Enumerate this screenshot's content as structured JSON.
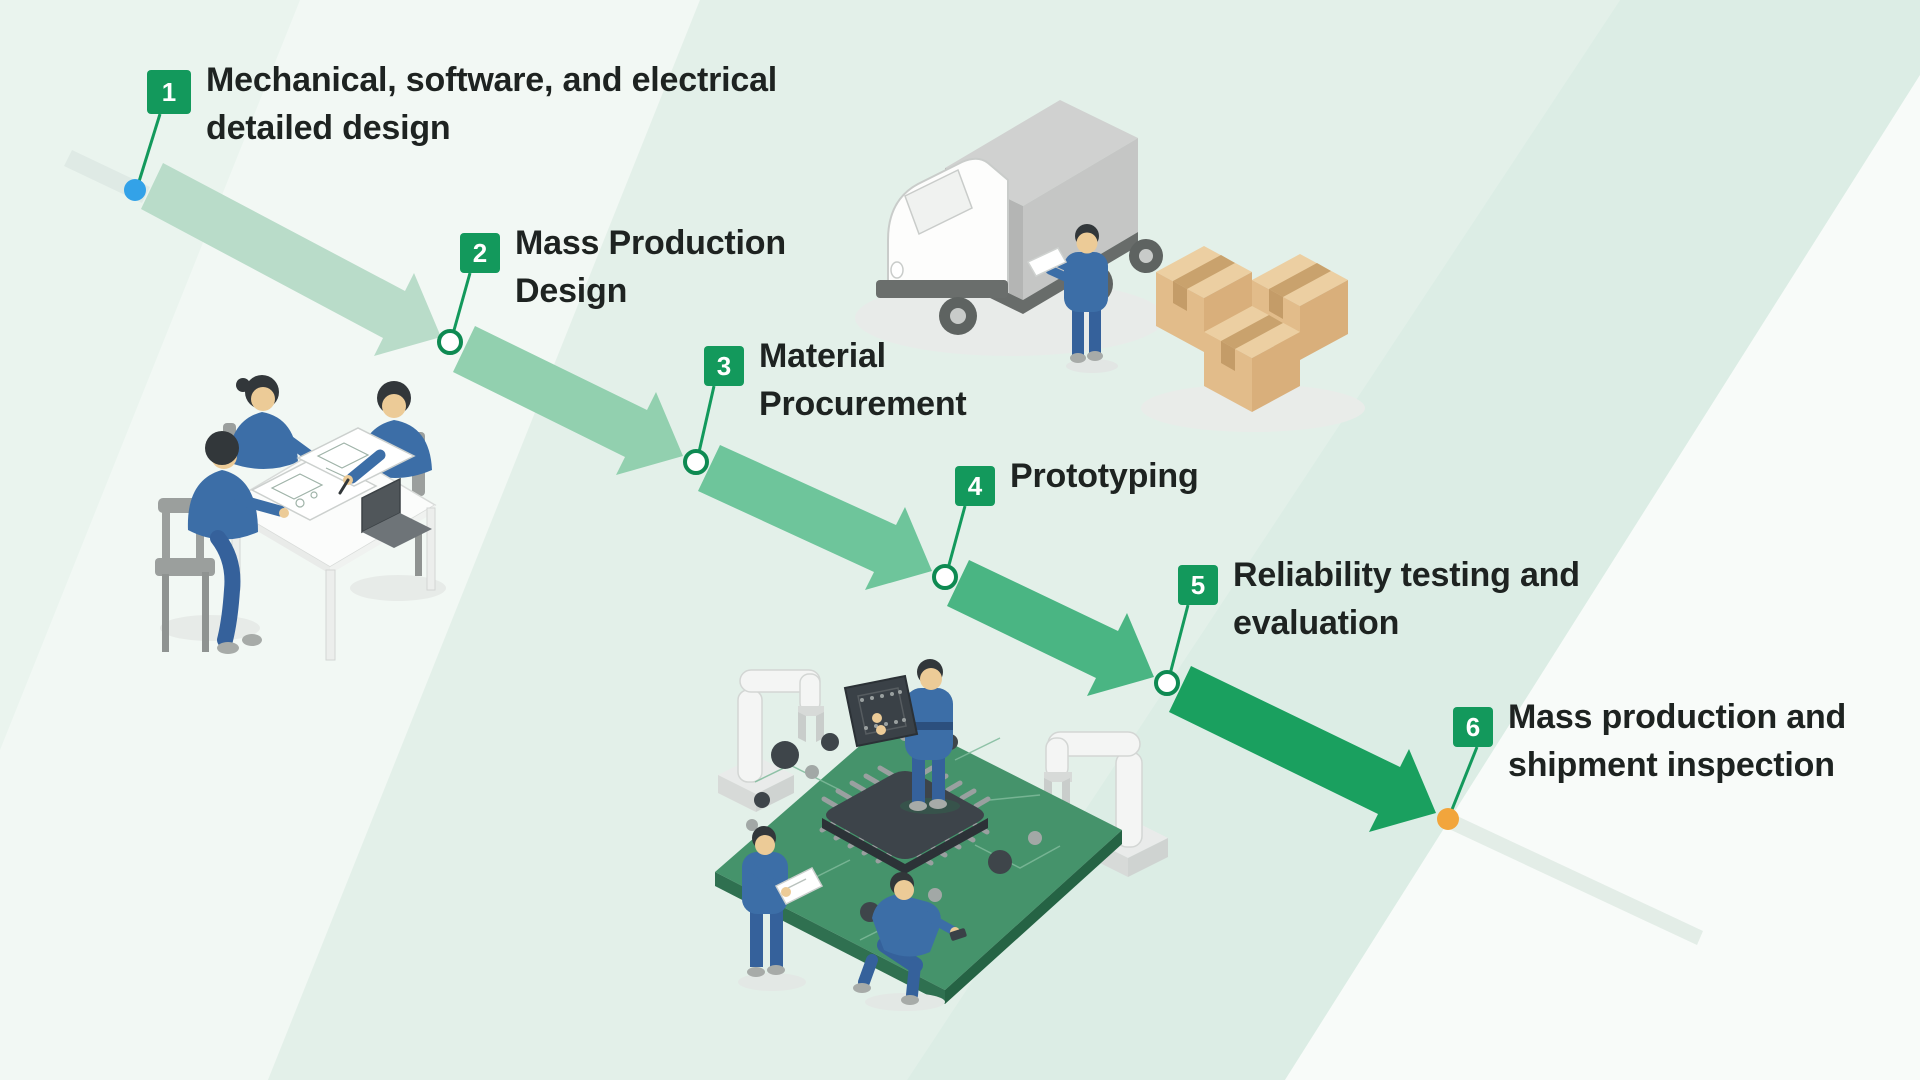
{
  "process_flow": {
    "steps": [
      {
        "number": "1",
        "lines": [
          "Mechanical, software, and electrical",
          "detailed design"
        ]
      },
      {
        "number": "2",
        "lines": [
          "Mass Production",
          "Design"
        ]
      },
      {
        "number": "3",
        "lines": [
          "Material",
          "Procurement"
        ]
      },
      {
        "number": "4",
        "lines": [
          "Prototyping"
        ]
      },
      {
        "number": "5",
        "lines": [
          "Reliability testing and",
          "evaluation"
        ]
      },
      {
        "number": "6",
        "lines": [
          "Mass production and",
          "shipment inspection"
        ]
      }
    ],
    "badge": {
      "background": "#13995c",
      "text_color": "#ffffff"
    },
    "text_color": "#1e2321",
    "arrow_colors": [
      "#b9dcc9",
      "#92d0af",
      "#6ec59b",
      "#4ab583",
      "#1aa05f"
    ],
    "markers": {
      "start_dot_color": "#33a2e8",
      "end_dot_color": "#f2a53c",
      "junction_fill": "#ffffff",
      "junction_stroke": "#0e8a52",
      "connector_color": "#13995c"
    },
    "illustrations": [
      {
        "name": "design-team-meeting"
      },
      {
        "name": "truck-loading-with-boxes"
      },
      {
        "name": "pcb-assembly"
      }
    ]
  }
}
